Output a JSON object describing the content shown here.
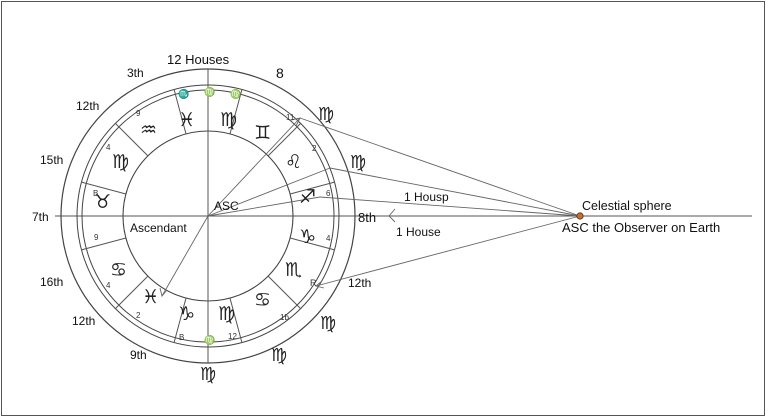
{
  "title": "12 Houses",
  "center_label": "ASC",
  "ascendant_label": "Ascendant",
  "celestial_sphere_label": "Celestial sphere",
  "observer_label": "ASC the Observer on Earth",
  "house_label_upper": "1 Housp",
  "house_label_lower": "1 House",
  "outer_labels": {
    "l_3th": "3th",
    "l_8_top": "8",
    "l_12th_upper": "12th",
    "l_15th": "15th",
    "l_7th": "7th",
    "l_8th_right": "8th",
    "l_16th": "16th",
    "l_12th_right": "12th",
    "l_12th_lower": "12th",
    "l_9th": "9th"
  },
  "outer_glyphs": {
    "g_top_right": "♍",
    "g_right_1": "♍",
    "g_lower_right": "♍",
    "g_bottom_right": "♍",
    "g_bottom": "♍"
  },
  "house_glyphs": [
    "♍",
    "♊",
    "♌",
    "♐",
    "♑",
    "♏",
    "♋",
    "♍",
    "♑",
    "♓",
    "♉",
    "♍",
    "♒",
    "♓"
  ],
  "numbers": {
    "n_top_1": "♏",
    "n_top_2": "♍",
    "n_top_3": "♍",
    "n_r1": "11",
    "n_r2": "2",
    "n_r3": "6",
    "n_r4": "4",
    "n_r5": "R",
    "n_b1": "B",
    "n_b2": "12",
    "n_b3": "♍",
    "n_b4": "1b",
    "n_b5": "2",
    "n_l1": "4",
    "n_l2": "B",
    "n_l3": "9",
    "n_l4": "9",
    "n_l5": "4"
  }
}
